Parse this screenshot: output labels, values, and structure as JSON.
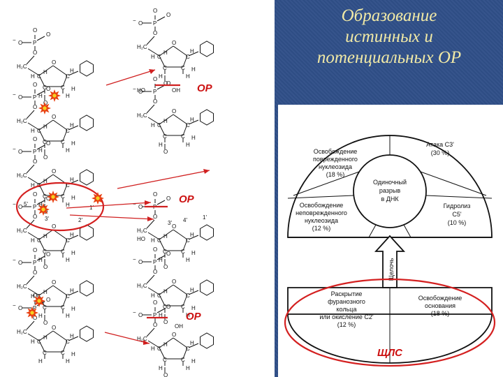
{
  "title_lines": [
    "Образование",
    "истинных и",
    "потенциальных ОР"
  ],
  "labels": {
    "or_1": "ОР",
    "or_2": "ОР",
    "or_3": "ОР",
    "shlz": "ЩЛС"
  },
  "atoms": {
    "H": "H",
    "O": "O",
    "P": "P",
    "C": "C",
    "OH": "OH",
    "HO": "HO",
    "H2C": "H₂C",
    "minus": "−",
    "prime3": "3'",
    "prime5": "5'",
    "prime2": "2'",
    "prime1": "1'",
    "prime4": "4'"
  },
  "wheel": {
    "center": [
      "Одиночный",
      "разрыв",
      "в ДНК"
    ],
    "arrow_label": "Щелочь",
    "segments": {
      "attack_c3": [
        "Атака С3'",
        "(30 %)"
      ],
      "release_damaged": [
        "Освобождение",
        "поврежденного",
        "нуклеозида",
        "(18 %)"
      ],
      "release_undamaged": [
        "Освобождение",
        "неповрежденного",
        "нуклеозида",
        "(12 %)"
      ],
      "hydrolysis_c5": [
        "Гидролиз",
        "С5'",
        "(10 %)"
      ],
      "furanose": [
        "Раскрытие",
        "фуранозного",
        "кольца",
        "или окисление С2'",
        "(12 %)"
      ],
      "base_release": [
        "Освобождение",
        "основания",
        "(18 %)"
      ]
    }
  },
  "colors": {
    "panel_bg": "#2f4f88",
    "title": "#f1e9a6",
    "accent_red": "#d42020",
    "star_fill": "#e84010",
    "star_core": "#f5d020"
  }
}
